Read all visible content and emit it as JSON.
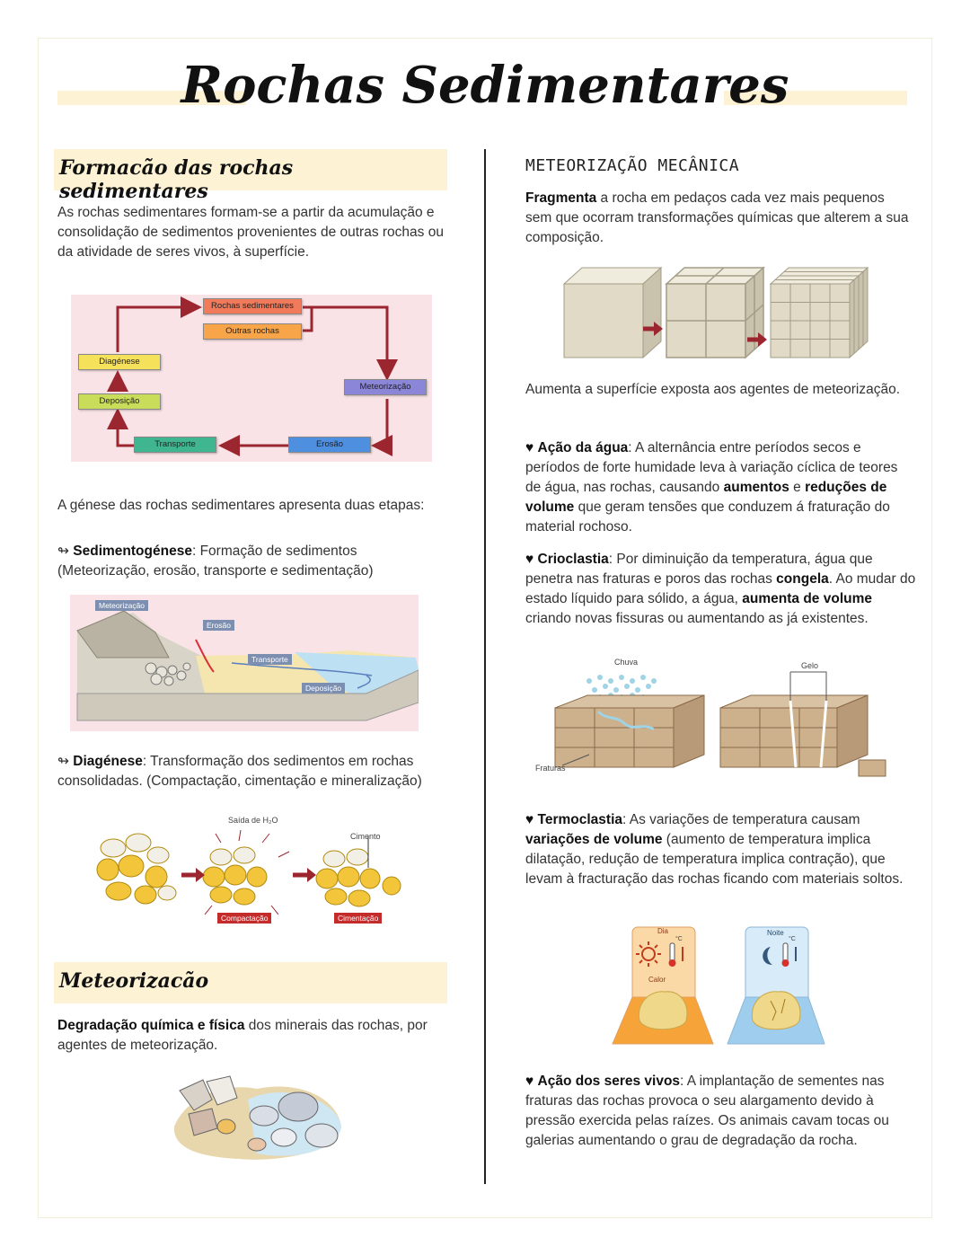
{
  "page": {
    "title": "Rochas Sedimentares"
  },
  "left": {
    "formation": {
      "heading": "Formacão das rochas sedimentares",
      "intro": "As rochas sedimentares formam-se a partir da acumulação e consolidação de sedimentos provenientes de outras rochas ou da atividade de seres vivos, à superfície.",
      "cycle": {
        "nodes": [
          "Rochas sedimentares",
          "Outras rochas",
          "Meteorização",
          "Erosão",
          "Transporte",
          "Deposição",
          "Diagénese"
        ],
        "colors": {
          "rochas": "#f07a5a",
          "outras": "#f7a548",
          "meteorizacao": "#8b86d8",
          "erosao": "#4f8fe0",
          "transporte": "#3fb68f",
          "deposicao": "#c9dd5a",
          "diagenese": "#f6e15a",
          "arrow": "#9c2630",
          "bg": "#f9e3e6"
        }
      },
      "genesis_intro": "A génese das rochas sedimentares apresenta duas etapas:",
      "sedimentogenese": {
        "term": "Sedimentogénese",
        "desc": ": Formação de sedimentos (Meteorização, erosão, transporte e sedimentação)"
      },
      "landscape_labels": [
        "Meteorização",
        "Erosão",
        "Transporte",
        "Deposição"
      ],
      "diagenese": {
        "term": "Diagénese",
        "desc": ": Transformação dos sedimentos em rochas consolidadas. (Compactação, cimentação e mineralização)"
      },
      "diagenesis_labels": {
        "water": "Saída de H₂O",
        "cement": "Cimento",
        "compaction": "Compactação",
        "cementation": "Cimentação"
      }
    },
    "weathering": {
      "heading": "Meteorizacão",
      "bold": "Degradação química e física",
      "rest": " dos minerais das rochas, por agentes de meteorização."
    }
  },
  "right": {
    "mechanical": {
      "heading": "METEORIZAÇÃO MECÂNICA",
      "intro_bold": "Fragmenta",
      "intro_rest": " a rocha em pedaços cada vez mais pequenos sem que ocorram transformações químicas que alterem a sua composição.",
      "surface": "Aumenta a superfície exposta aos agentes de meteorização.",
      "water": {
        "term": "Ação da água",
        "p1": ": A alternância entre períodos secos e períodos de forte humidade leva à variação cíclica de teores de água, nas rochas, causando ",
        "b1": "aumentos",
        "p2": " e ",
        "b2": "reduções de volume",
        "p3": " que geram tensões que conduzem á fraturação do material rochoso."
      },
      "cryo": {
        "term": "Crioclastia",
        "p1": ": Por diminuição da temperatura, água que penetra nas fraturas e poros das rochas ",
        "b1": "congela",
        "p2": ". Ao mudar do estado líquido para sólido, a água, ",
        "b2": "aumenta de volume",
        "p3": " criando novas fissuras ou aumentando as já existentes.",
        "labels": {
          "rain": "Chuva",
          "ice": "Gelo",
          "fractures": "Fraturas"
        }
      },
      "thermo": {
        "term": "Termoclastia",
        "p1": ": As variações de temperatura causam ",
        "b1": "variações de volume",
        "p2": " (aumento de temperatura implica dilatação, redução de temperatura implica contração), que levam à fracturação das rochas ficando com materiais soltos.",
        "labels": {
          "day": "Dia",
          "night": "Noite",
          "heat": "Calor",
          "unit": "°C"
        }
      },
      "living": {
        "term": "Ação dos seres vivos",
        "desc": ": A implantação de sementes nas fraturas das rochas provoca o seu alargamento devido à pressão exercida pelas raízes. Os animais cavam tocas ou galerias aumentando o grau de degradação da rocha."
      }
    }
  }
}
